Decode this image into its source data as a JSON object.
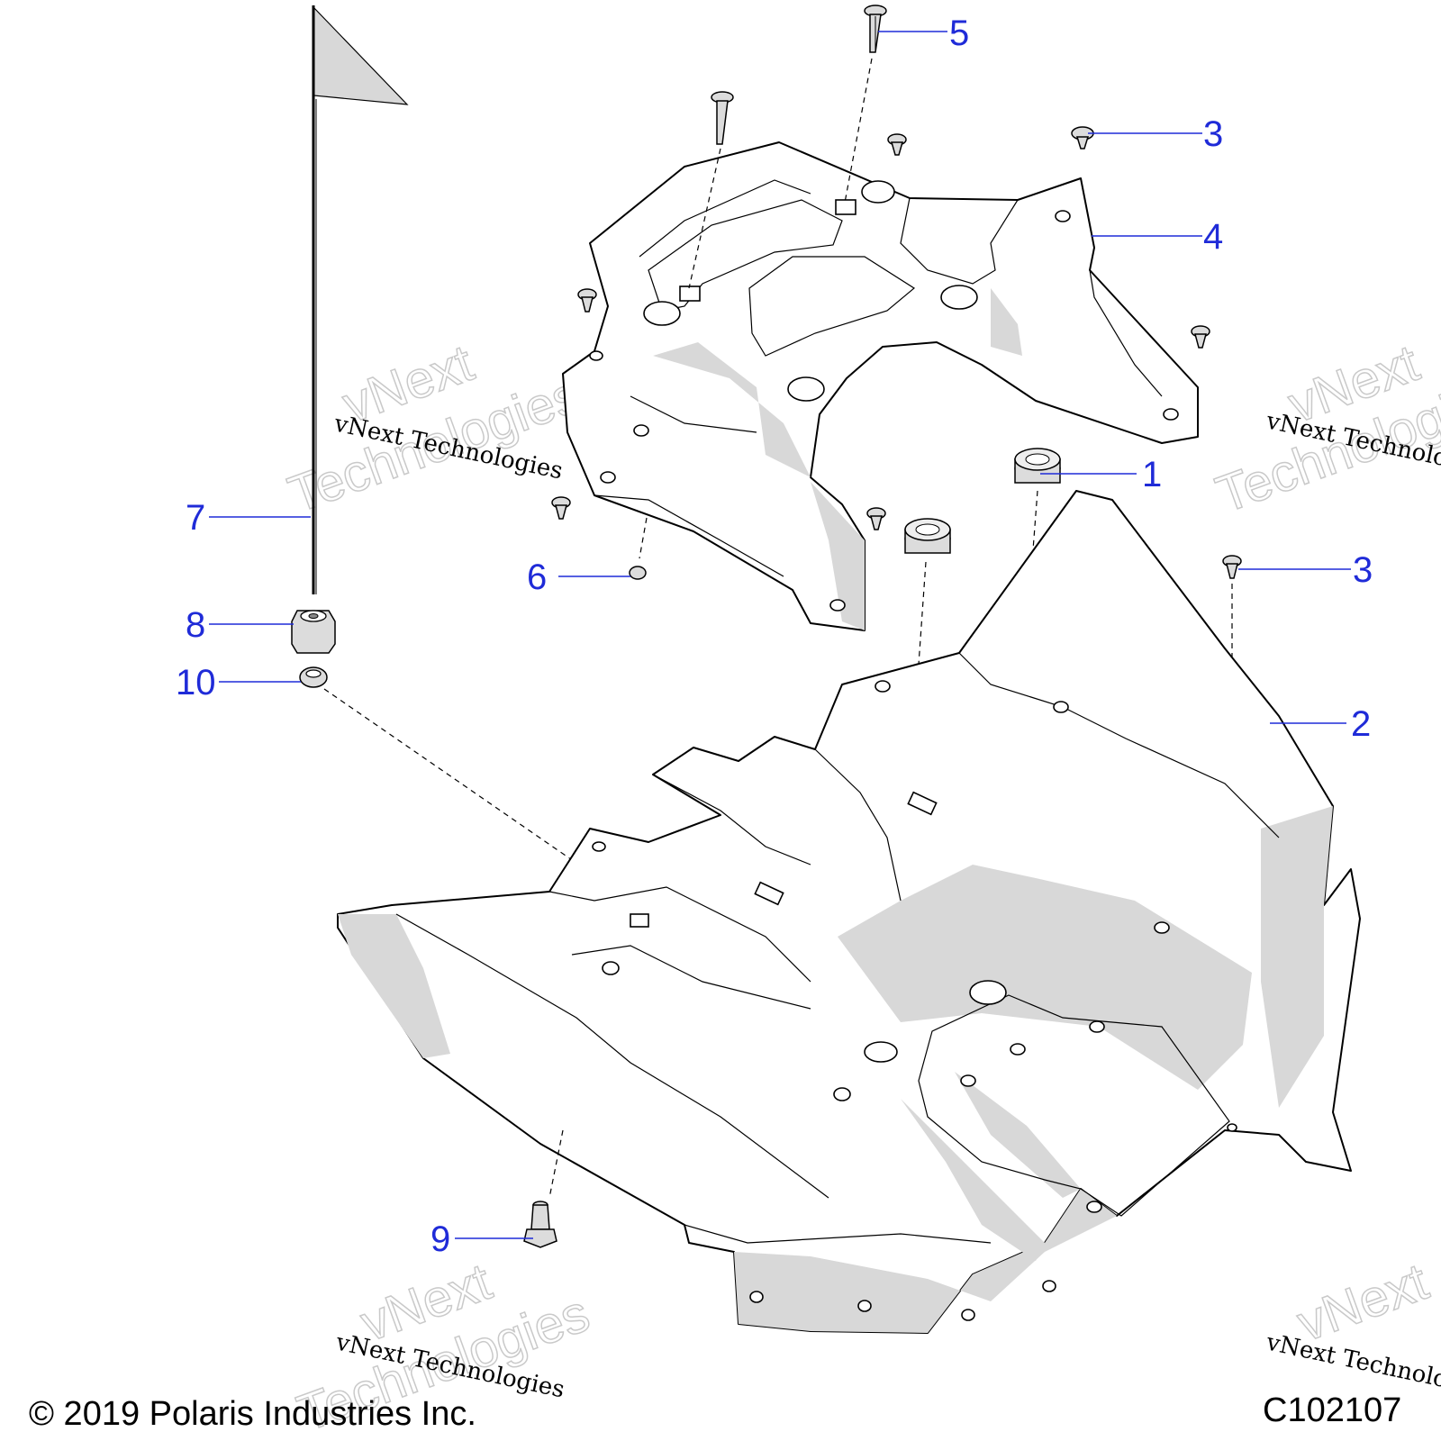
{
  "diagram": {
    "callouts": [
      {
        "id": "1",
        "label": "1"
      },
      {
        "id": "2",
        "label": "2"
      },
      {
        "id": "3a",
        "label": "3"
      },
      {
        "id": "3b",
        "label": "3"
      },
      {
        "id": "4",
        "label": "4"
      },
      {
        "id": "5",
        "label": "5"
      },
      {
        "id": "6",
        "label": "6"
      },
      {
        "id": "7",
        "label": "7"
      },
      {
        "id": "8",
        "label": "8"
      },
      {
        "id": "9",
        "label": "9"
      },
      {
        "id": "10",
        "label": "10"
      }
    ],
    "watermark": {
      "line": "vNext Technologies",
      "big_top": "vNext",
      "big_bottom": "Technologies"
    },
    "copyright": "© 2019 Polaris Industries Inc.",
    "figure_code": "C102107",
    "colors": {
      "callout": "#1f2bd8",
      "shading": "#d8d8d8",
      "line": "#000000"
    }
  }
}
